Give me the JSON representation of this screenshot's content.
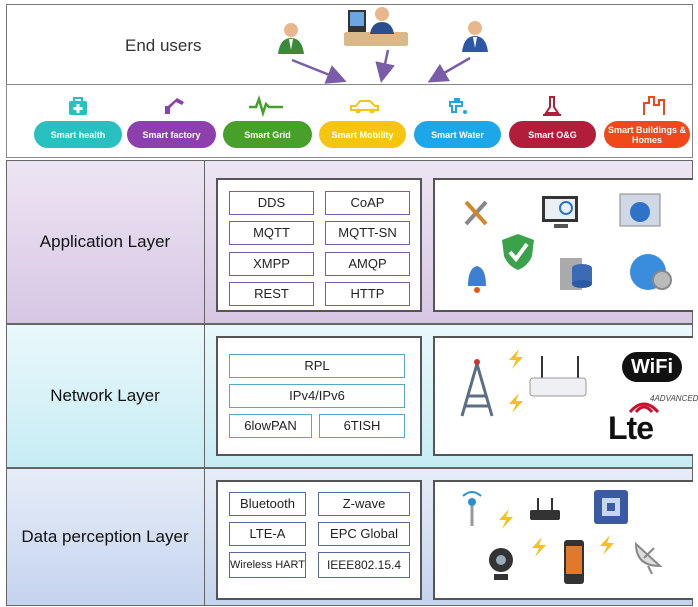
{
  "end_users": {
    "title": "End users"
  },
  "domains": [
    {
      "label": "Smart health",
      "color": "#29c0c0",
      "icon": "first-aid-icon"
    },
    {
      "label": "Smart factory",
      "color": "#8e3fae",
      "icon": "robot-arm-icon"
    },
    {
      "label": "Smart Grid",
      "color": "#46a02a",
      "icon": "waveform-icon"
    },
    {
      "label": "Smart Mobility",
      "color": "#f6c514",
      "icon": "car-icon"
    },
    {
      "label": "Smart Water",
      "color": "#1ea7e8",
      "icon": "faucet-icon"
    },
    {
      "label": "Smart O&G",
      "color": "#b01e3c",
      "icon": "oil-rig-icon"
    },
    {
      "label": "Smart Buildings & Homes",
      "color": "#f04818",
      "icon": "building-icon"
    }
  ],
  "layers": {
    "application": {
      "label": "Application Layer",
      "protocols": [
        "DDS",
        "CoAP",
        "MQTT",
        "MQTT-SN",
        "XMPP",
        "AMQP",
        "REST",
        "HTTP"
      ],
      "bg": "#e7dcef"
    },
    "network": {
      "label": "Network Layer",
      "protocols": [
        "RPL",
        "IPv4/IPv6",
        "6lowPAN",
        "6TISH"
      ],
      "bg": "#dcf3f8"
    },
    "perception": {
      "label": "Data perception Layer",
      "protocols": [
        "Bluetooth",
        "Z-wave",
        "LTE-A",
        "EPC Global",
        "Wireless HART",
        "IEEE802.15.4"
      ],
      "bg": "#dde6f5"
    }
  },
  "logos": {
    "wifi": "WiFi",
    "lte": "Lte",
    "lte_sup": "4ADVANCED"
  }
}
